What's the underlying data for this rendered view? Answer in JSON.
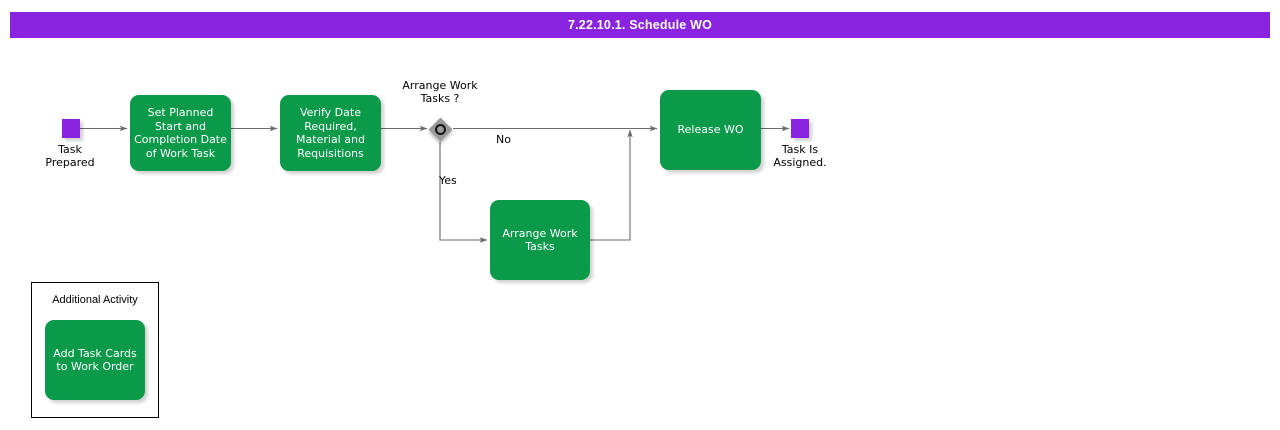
{
  "header": {
    "title": "7.22.10.1. Schedule WO",
    "background_color": "#8a23e0",
    "text_color": "#ffffff"
  },
  "theme": {
    "task_color": "#0b9a4a",
    "event_color": "#8a23e0",
    "gateway_color": "#9a9a9a",
    "connector_color": "#6b6b6b",
    "label_color": "#000000",
    "canvas_background": "#ffffff"
  },
  "diagram": {
    "type": "bpmn-process",
    "start_event": {
      "name": "start-event",
      "label": "Task\nPrepared",
      "shape": "square",
      "color": "#8a23e0"
    },
    "tasks": [
      {
        "id": "set-planned-dates",
        "label": "Set Planned\nStart and\nCompletion Date\nof Work Task"
      },
      {
        "id": "verify-date-required",
        "label": "Verify Date\nRequired,\nMaterial and\nRequisitions"
      },
      {
        "id": "arrange-work-tasks",
        "label": "Arrange Work\nTasks"
      },
      {
        "id": "release-wo",
        "label": "Release WO"
      }
    ],
    "gateway": {
      "id": "arrange-work-tasks-gateway",
      "label": "Arrange Work\nTasks ?",
      "kind": "inclusive",
      "branches": [
        {
          "id": "no",
          "label": "No"
        },
        {
          "id": "yes",
          "label": "Yes"
        }
      ]
    },
    "end_event": {
      "name": "end-event",
      "label": "Task Is\nAssigned.",
      "shape": "square",
      "color": "#8a23e0"
    },
    "additional_activity_group": {
      "title": "Additional Activity",
      "task": {
        "id": "add-task-cards",
        "label": "Add Task Cards\nto Work Order"
      }
    }
  }
}
